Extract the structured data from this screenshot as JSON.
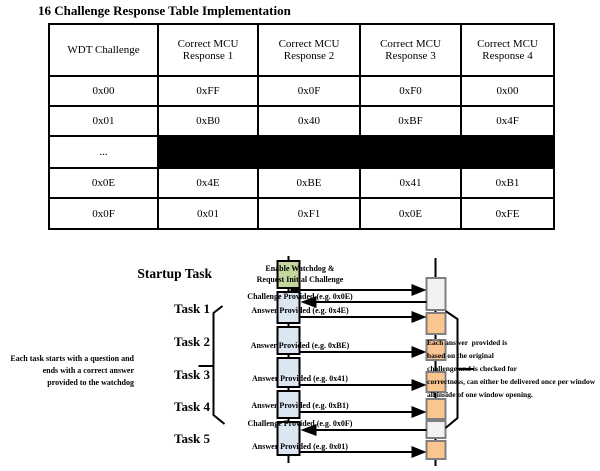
{
  "title": "16 Challenge Response Table Implementation",
  "table": {
    "headers": [
      "WDT Challenge",
      "Correct MCU\nResponse 1",
      "Correct MCU\nResponse 2",
      "Correct MCU\nResponse 3",
      "Correct MCU\nResponse 4"
    ],
    "rows": [
      {
        "cells": [
          "0x00",
          "0xFF",
          "0x0F",
          "0xF0",
          "0x00"
        ]
      },
      {
        "cells": [
          "0x01",
          "0xB0",
          "0x40",
          "0xBF",
          "0x4F"
        ]
      },
      {
        "cells": [
          "...",
          "",
          "",
          "",
          ""
        ],
        "redacted": true
      },
      {
        "cells": [
          "0x0E",
          "0x4E",
          "0xBE",
          "0x41",
          "0xB1"
        ]
      },
      {
        "cells": [
          "0x0F",
          "0x01",
          "0xF1",
          "0x0E",
          "0xFE"
        ]
      }
    ]
  },
  "diagram": {
    "tasks": [
      {
        "label": "Startup Task"
      },
      {
        "label": "Task 1"
      },
      {
        "label": "Task 2"
      },
      {
        "label": "Task 3"
      },
      {
        "label": "Task 4"
      },
      {
        "label": "Task 5"
      }
    ],
    "messages": [
      {
        "label": "Enable Watchdog &\nRequest Initial Challenge",
        "direction": "right"
      },
      {
        "label": "Challenge Provided (e.g. 0x0E)",
        "direction": "left"
      },
      {
        "label": "Answer Provided (e.g. 0x4E)",
        "direction": "right"
      },
      {
        "label": "Answer Provided (e.g. 0xBE)",
        "direction": "right"
      },
      {
        "label": "Answer Provided (e.g. 0x41)",
        "direction": "right"
      },
      {
        "label": "Answer Provided (e.g. 0xB1)",
        "direction": "right"
      },
      {
        "label": "Challenge Provided (e.g. 0x0F)",
        "direction": "left"
      },
      {
        "label": "Answer Provided (e.g. 0x01)",
        "direction": "right"
      }
    ],
    "left_note": "Each task starts with a question and\nends  with a correct answer\nprovided to the watchdog",
    "right_note": "Each answer  provided is\nbased on the original\nchallenge and is checked for\ncorrectness, can either be delivered once per window\nall inside of one window opening.",
    "colors": {
      "startup_box": "#c3d69b",
      "task_box": "#dce6f2",
      "response_box": "#fbc58f",
      "watchdog_box": "#f2f2f2",
      "line": "#000000"
    }
  }
}
